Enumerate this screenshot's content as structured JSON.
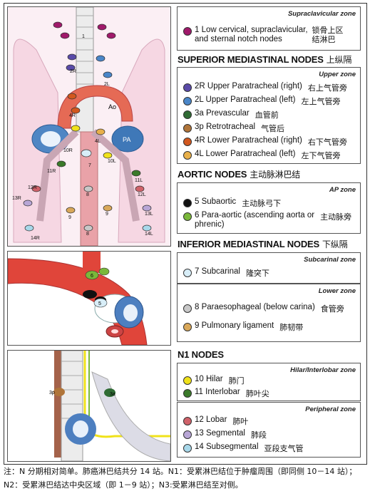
{
  "supraclavicular": {
    "zone": "Supraclavicular zone",
    "items": [
      {
        "color": "#a0196a",
        "label": "1 Low cervical, supraclavicular,\nand sternal notch nodes",
        "zh": "锁骨上区\n结淋巴"
      }
    ]
  },
  "superior": {
    "heading": "SUPERIOR MEDIASTINAL NODES",
    "heading_zh": "上纵隔",
    "zone": "Upper zone",
    "items": [
      {
        "color": "#5a4aa8",
        "label": "2R Upper Paratracheal (right)",
        "zh": "右上气管旁"
      },
      {
        "color": "#4a86c8",
        "label": "2L Upper Paratracheal (left)",
        "zh": "左上气管旁"
      },
      {
        "color": "#2f6b34",
        "label": "3a Prevascular",
        "zh": "血管前"
      },
      {
        "color": "#b0753a",
        "label": "3p Retrotracheal",
        "zh": "气管后"
      },
      {
        "color": "#d2581e",
        "label": "4R Lower Paratracheal (right)",
        "zh": "右下气管旁"
      },
      {
        "color": "#e8b04a",
        "label": "4L Lower Paratracheal (left)",
        "zh": "左下气管旁"
      }
    ]
  },
  "aortic": {
    "heading": "AORTIC NODES",
    "heading_zh": "主动脉淋巴结",
    "zone": "AP zone",
    "items": [
      {
        "color": "#111111",
        "label": "5 Subaortic",
        "zh": "主动脉弓下"
      },
      {
        "color": "#7ab83a",
        "label": "6 Para-aortic (ascending aorta or\nphrenic)",
        "zh": "主动脉旁"
      }
    ]
  },
  "inferior": {
    "heading": "INFERIOR MEDIASTINAL NODES",
    "heading_zh": "下纵隔",
    "zone1": "Subcarinal zone",
    "zone2": "Lower zone",
    "items1": [
      {
        "color": "#d8eef8",
        "label": "7 Subcarinal",
        "zh": "隆突下"
      }
    ],
    "items2": [
      {
        "color": "#c8c8c8",
        "label": "8 Paraesophageal (below carina)",
        "zh": "食管旁"
      },
      {
        "color": "#d9a85a",
        "label": "9 Pulmonary ligament",
        "zh": "肺韧带"
      }
    ]
  },
  "n1": {
    "heading": "N1 NODES",
    "zone1": "Hilar/Interlobar zone",
    "zone2": "Peripheral zone",
    "items1": [
      {
        "color": "#f0e21a",
        "label": "10 Hilar",
        "zh": "肺门"
      },
      {
        "color": "#3b7a2a",
        "label": "11 Interlobar",
        "zh": "肺叶尖"
      }
    ],
    "items2": [
      {
        "color": "#d0626a",
        "label": "12 Lobar",
        "zh": "肺叶"
      },
      {
        "color": "#b8a6d6",
        "label": "13 Segmental",
        "zh": "肺段"
      },
      {
        "color": "#a8d8ea",
        "label": "14 Subsegmental",
        "zh": "亚段支气管"
      }
    ]
  },
  "illustration_labels": {
    "top": [
      "1",
      "2R",
      "2L",
      "Ao",
      "4R",
      "PA",
      "4L",
      "10R",
      "10L",
      "7",
      "11R",
      "11L",
      "12R",
      "12L",
      "13R",
      "13L",
      "14R",
      "14L",
      "8",
      "9"
    ],
    "mid": [
      "6",
      "5"
    ],
    "bot": [
      "3p",
      "3a"
    ]
  },
  "note": "注：N 分期相对简单。肺癌淋巴结共分 14 站。N1：受累淋巴结位于肿瘤周围（即同侧 10－14 站）；N2：受累淋巴结达中央区域（即 1－9 站）；N3:受累淋巴结至对侧。"
}
